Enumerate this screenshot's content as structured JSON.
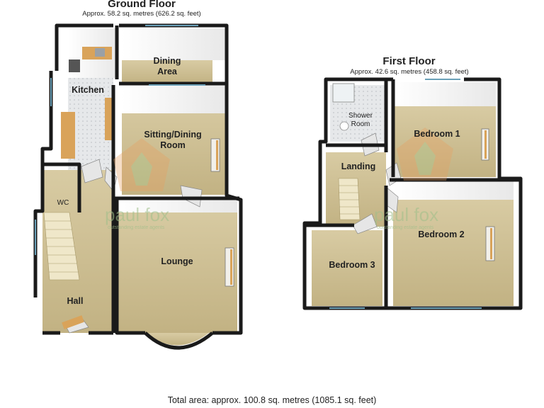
{
  "ground_floor": {
    "title": "Ground Floor",
    "area": "Approx. 58.2 sq. metres (626.2 sq. feet)",
    "rooms": {
      "kitchen": "Kitchen",
      "dining_area": "Dining\nArea",
      "sitting_dining": "Sitting/Dining\nRoom",
      "wc": "WC",
      "lounge": "Lounge",
      "hall": "Hall"
    }
  },
  "first_floor": {
    "title": "First Floor",
    "area": "Approx. 42.6 sq. metres (458.8 sq. feet)",
    "rooms": {
      "shower_room": "Shower\nRoom",
      "bedroom_1": "Bedroom 1",
      "landing": "Landing",
      "bedroom_2": "Bedroom 2",
      "bedroom_3": "Bedroom 3"
    }
  },
  "watermark": {
    "brand": "paul fox",
    "tagline": "outstanding estate agents"
  },
  "total_area": "Total area: approx. 100.8 sq. metres (1085.1 sq. feet)",
  "colors": {
    "wall": "#1a1a1a",
    "floor_carpet": "#c9b98a",
    "floor_tile": "#e4e6e8",
    "worktop": "#d9a35a",
    "wall_inner": "#ffffff",
    "watermark_orange": "#e8a060",
    "watermark_green": "#a9c98c"
  }
}
